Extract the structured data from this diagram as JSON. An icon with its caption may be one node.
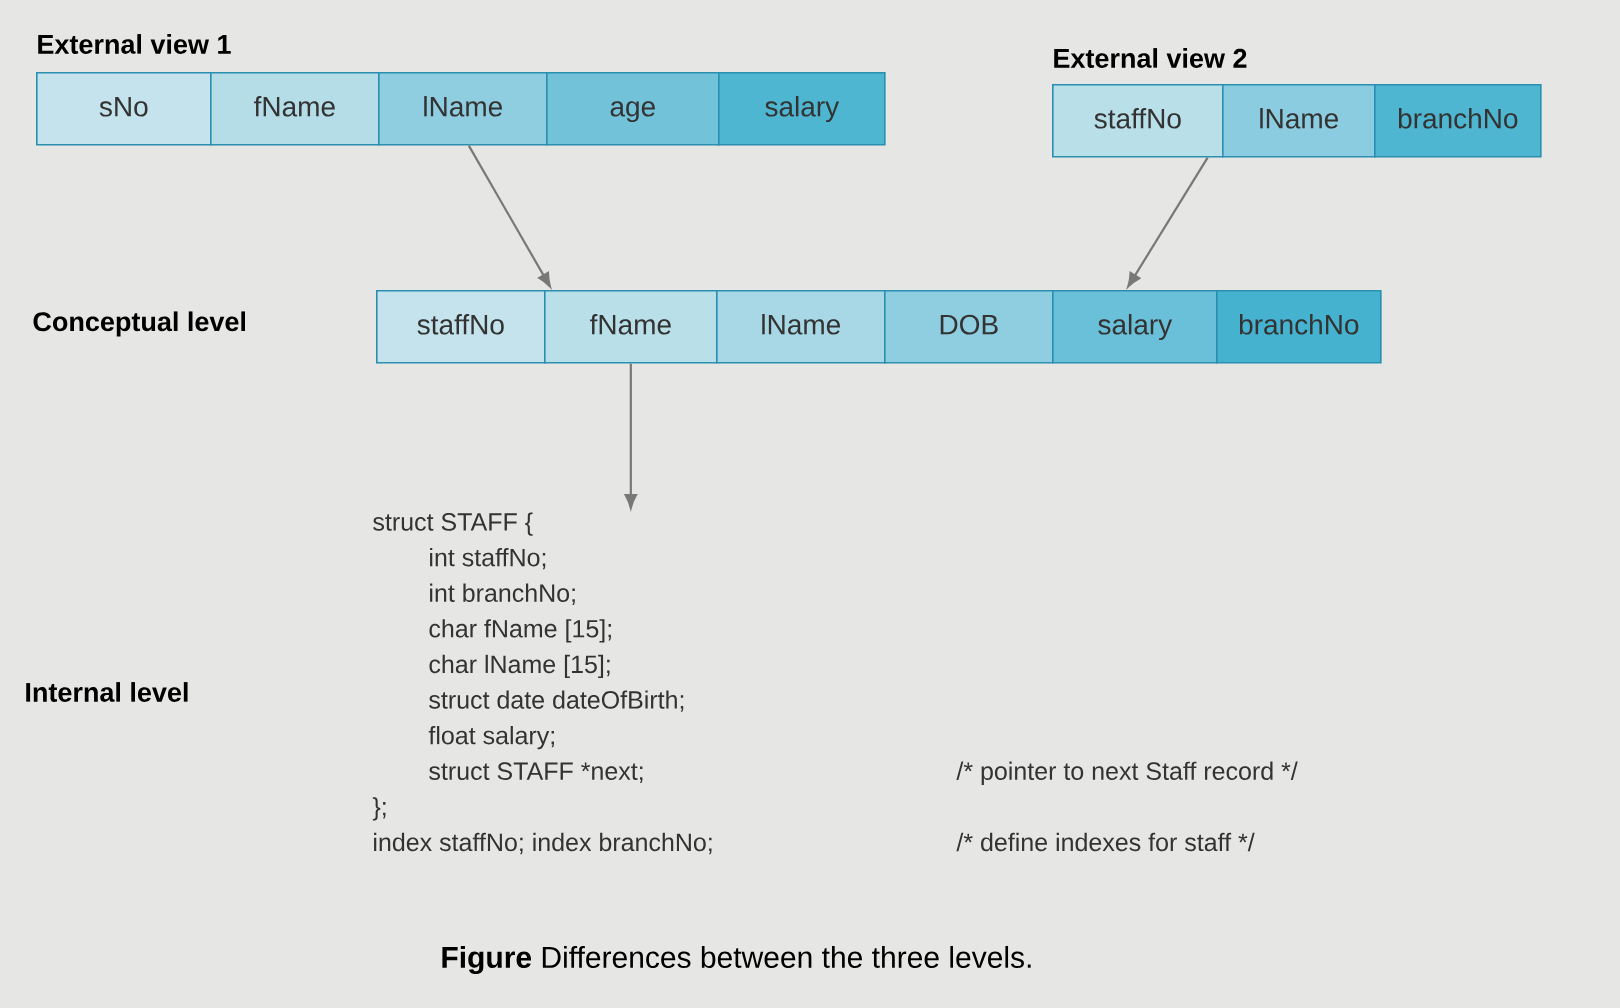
{
  "diagram": {
    "caption": "**Figure** Differences between the three levels.",
    "nodes": [
      {
        "text": [
          "sNo"
        ]
      },
      {
        "text": [
          "fName"
        ]
      },
      {
        "text": [
          "lName"
        ]
      },
      {
        "text": [
          "age"
        ]
      },
      {
        "text": [
          "salary"
        ]
      },
      {
        "text": [
          "staffNo"
        ]
      },
      {
        "text": [
          "lName"
        ]
      },
      {
        "text": [
          "branchNo"
        ]
      },
      {
        "text": [
          "staffNo"
        ]
      },
      {
        "text": [
          "fName"
        ]
      },
      {
        "text": [
          "lName"
        ]
      },
      {
        "text": [
          "DOB"
        ]
      },
      {
        "text": [
          "salary"
        ]
      },
      {
        "text": [
          "branchNo"
        ]
      },
      {
        "text": [
          "struct STAFF {",
          "int staffNo;",
          "int branchNo;",
          "char fName [15];",
          "char lName [15];",
          "struct date dateOfBirth;",
          "float salary;",
          "struct STAFF *next;",
          "/* pointer to next Staff record */",
          "};",
          "index staffNo; index branchNo;",
          "/* define indexes for staff */"
        ]
      }
    ],
    "edges": [
      {
        "from": 2,
        "to": 9,
        "arrow": "to"
      },
      {
        "from": 5,
        "to": 12,
        "arrow": "to"
      },
      {
        "from": 9,
        "to": 14,
        "arrow": "to"
      }
    ],
    "labels": [
      "External view 1",
      "External view 2",
      "Conceptual level",
      "Internal level"
    ]
  }
}
